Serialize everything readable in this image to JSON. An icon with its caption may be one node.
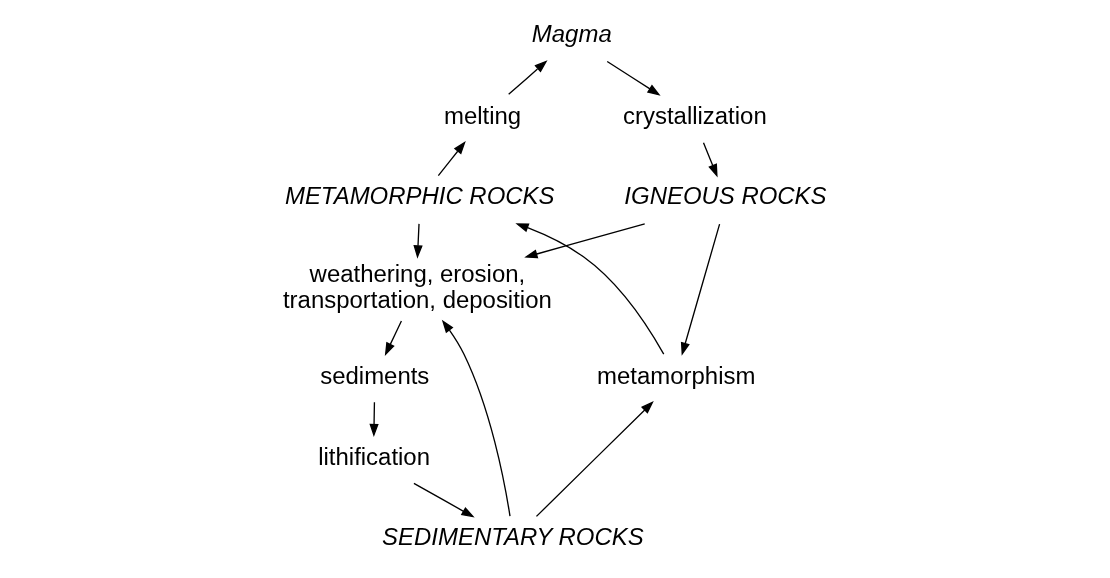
{
  "diagram": {
    "nodes": [
      {
        "text": [
          "Magma"
        ]
      },
      {
        "text": [
          "crystallization"
        ]
      },
      {
        "text": [
          "melting"
        ]
      },
      {
        "text": [
          "IGNEOUS ROCKS"
        ]
      },
      {
        "text": [
          "METAMORPHIC ROCKS"
        ]
      },
      {
        "text": [
          "weathering, erosion, transportation, deposition"
        ]
      },
      {
        "text": [
          "sediments"
        ]
      },
      {
        "text": [
          "lithification"
        ]
      },
      {
        "text": [
          "metamorphism"
        ]
      },
      {
        "text": [
          "SEDIMENTARY ROCKS"
        ]
      }
    ],
    "edges": [
      {
        "from": 0,
        "to": 1,
        "arrow": "to"
      },
      {
        "from": 1,
        "to": 3,
        "arrow": "to"
      },
      {
        "from": 4,
        "to": 2,
        "arrow": "to"
      },
      {
        "from": 2,
        "to": 0,
        "arrow": "to"
      },
      {
        "from": 3,
        "to": 5,
        "arrow": "to"
      },
      {
        "from": 4,
        "to": 5,
        "arrow": "to"
      },
      {
        "from": 3,
        "to": 8,
        "arrow": "to"
      },
      {
        "from": 5,
        "to": 6,
        "arrow": "to"
      },
      {
        "from": 6,
        "to": 7,
        "arrow": "to"
      },
      {
        "from": 7,
        "to": 9,
        "arrow": "to"
      },
      {
        "from": 9,
        "to": 5,
        "arrow": "to"
      },
      {
        "from": 9,
        "to": 8,
        "arrow": "to"
      },
      {
        "from": 8,
        "to": 4,
        "arrow": "to"
      }
    ]
  }
}
